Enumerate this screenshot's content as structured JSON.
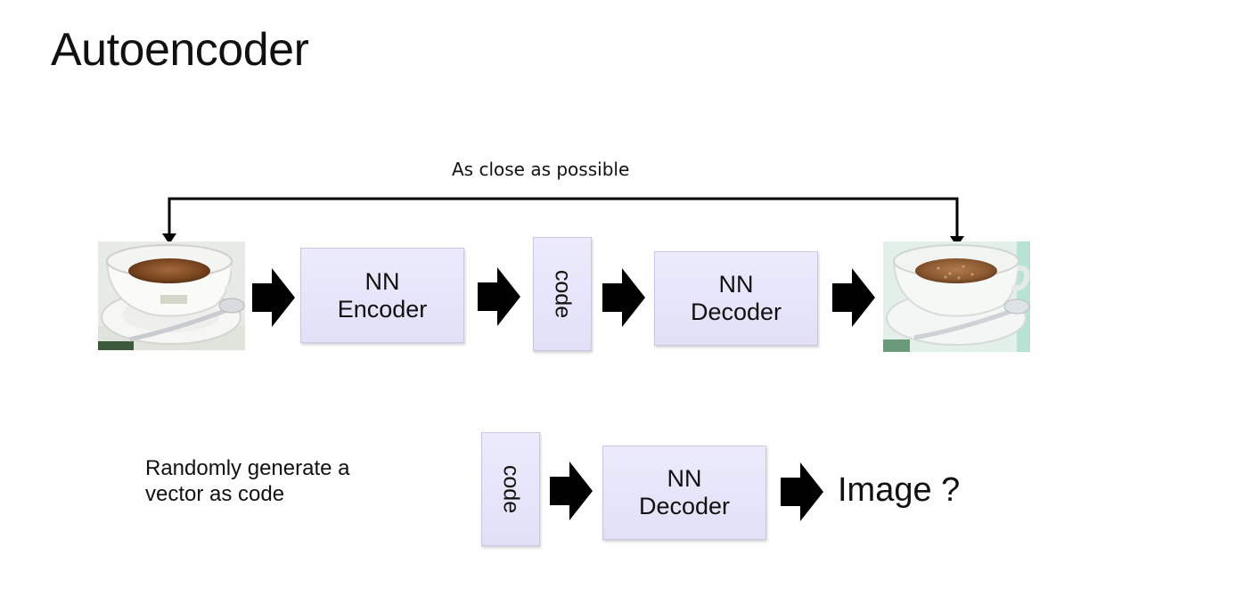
{
  "slide": {
    "title": "Autoencoder"
  },
  "top_row": {
    "caption": "As close as possible",
    "encoder": {
      "line1": "NN",
      "line2": "Encoder"
    },
    "code_label": "code",
    "decoder": {
      "line1": "NN",
      "line2": "Decoder"
    },
    "input_image": "coffee-cup-photo",
    "output_image": "reconstructed-coffee-cup-photo"
  },
  "bottom_row": {
    "description": "Randomly generate a\nvector as code",
    "code_label": "code",
    "decoder": {
      "line1": "NN",
      "line2": "Decoder"
    },
    "output_text": "Image ?"
  },
  "colors": {
    "box_fill": "#e4e3f8",
    "box_border": "#c9c8e4",
    "arrow": "#000000",
    "text": "#111111"
  }
}
